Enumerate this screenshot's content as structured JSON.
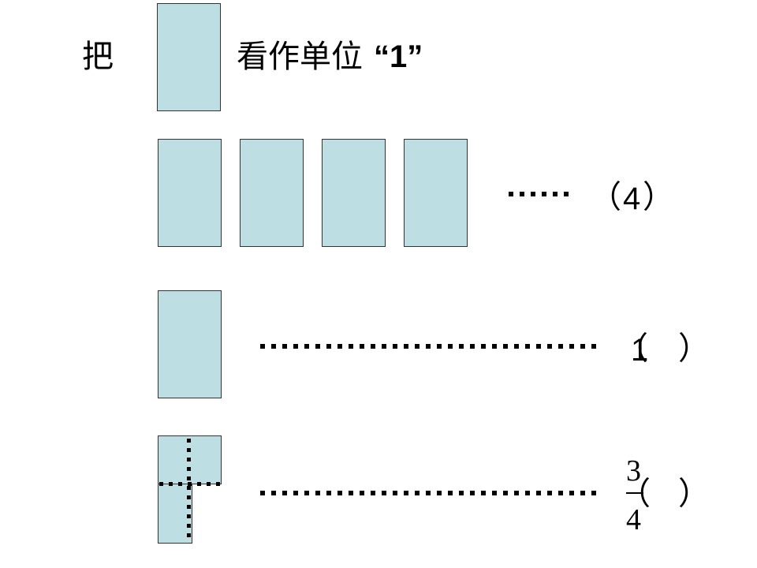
{
  "header": {
    "prefix": "把",
    "suffix": "看作单位",
    "unit_label": "“1”"
  },
  "rows": [
    {
      "answer_left": "（",
      "answer_value": "4",
      "answer_right": "）"
    },
    {
      "answer_left": "（",
      "answer_value": "1",
      "answer_right": "）"
    },
    {
      "answer_left": "（",
      "answer_right": "）",
      "fraction": {
        "numerator": "3",
        "denominator": "4"
      }
    }
  ],
  "colors": {
    "rect_fill": "#bddfe4",
    "rect_border": "#333333"
  }
}
